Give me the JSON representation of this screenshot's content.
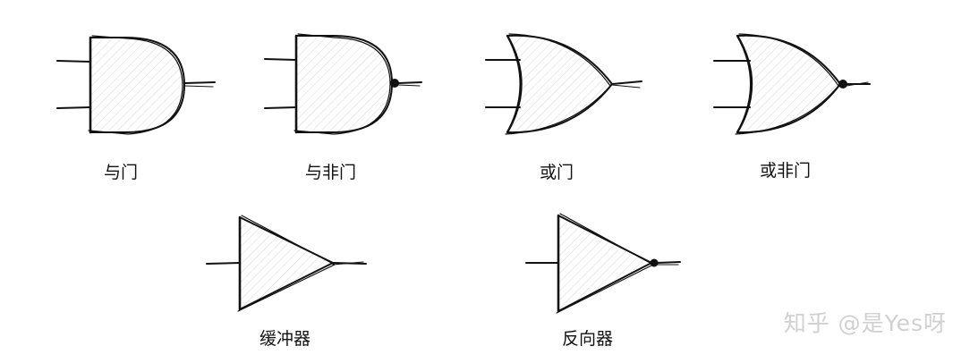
{
  "gates": [
    {
      "id": "and",
      "label": "与门"
    },
    {
      "id": "nand",
      "label": "与非门"
    },
    {
      "id": "or",
      "label": "或门"
    },
    {
      "id": "nor",
      "label": "或非门"
    },
    {
      "id": "buffer",
      "label": "缓冲器"
    },
    {
      "id": "not",
      "label": "反向器"
    }
  ],
  "watermark": "知乎 @是Yes呀",
  "colors": {
    "stroke": "#111111",
    "fill": "#f4f4f4",
    "hatch": "#d6d6d6",
    "watermark": "#d0d0d0"
  }
}
